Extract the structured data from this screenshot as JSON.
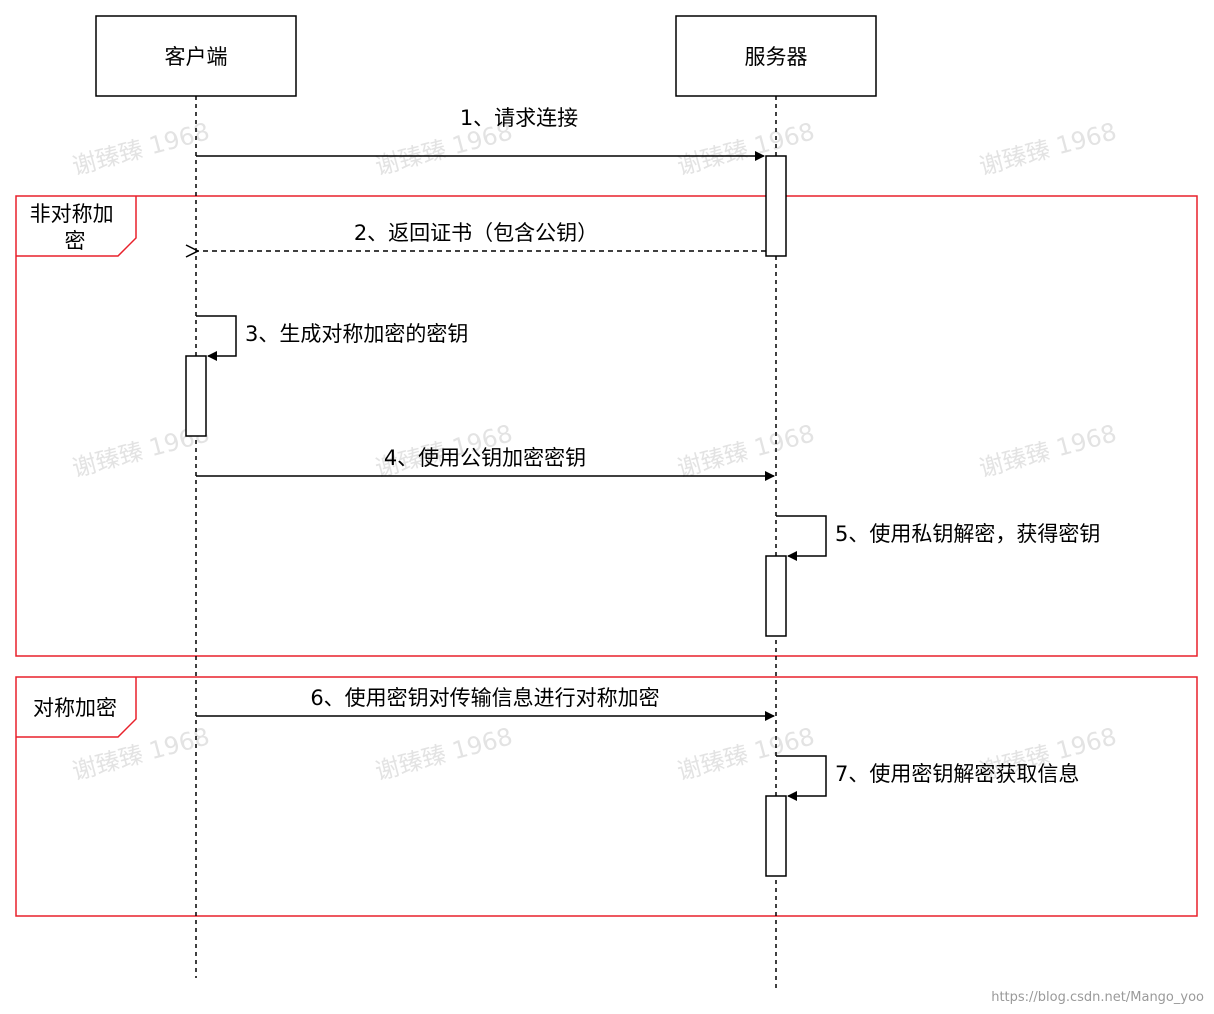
{
  "participants": {
    "client": "客户端",
    "server": "服务器"
  },
  "fragments": {
    "asymmetric": "非对称加密",
    "asymmetric_line1": "非对称加",
    "asymmetric_line2": "密",
    "symmetric": "对称加密"
  },
  "messages": {
    "m1": "1、请求连接",
    "m2": "2、返回证书（包含公钥）",
    "m3": "3、生成对称加密的密钥",
    "m4": "4、使用公钥加密密钥",
    "m5": "5、使用私钥解密，获得密钥",
    "m6": "6、使用密钥对传输信息进行对称加密",
    "m7": "7、使用密钥解密获取信息"
  },
  "watermark": "谢臻臻 1968",
  "source_url": "https://blog.csdn.net/Mango_yoo",
  "colors": {
    "fragment_border": "#e8212b",
    "line": "#000000",
    "watermark": "#e3e3e3"
  }
}
